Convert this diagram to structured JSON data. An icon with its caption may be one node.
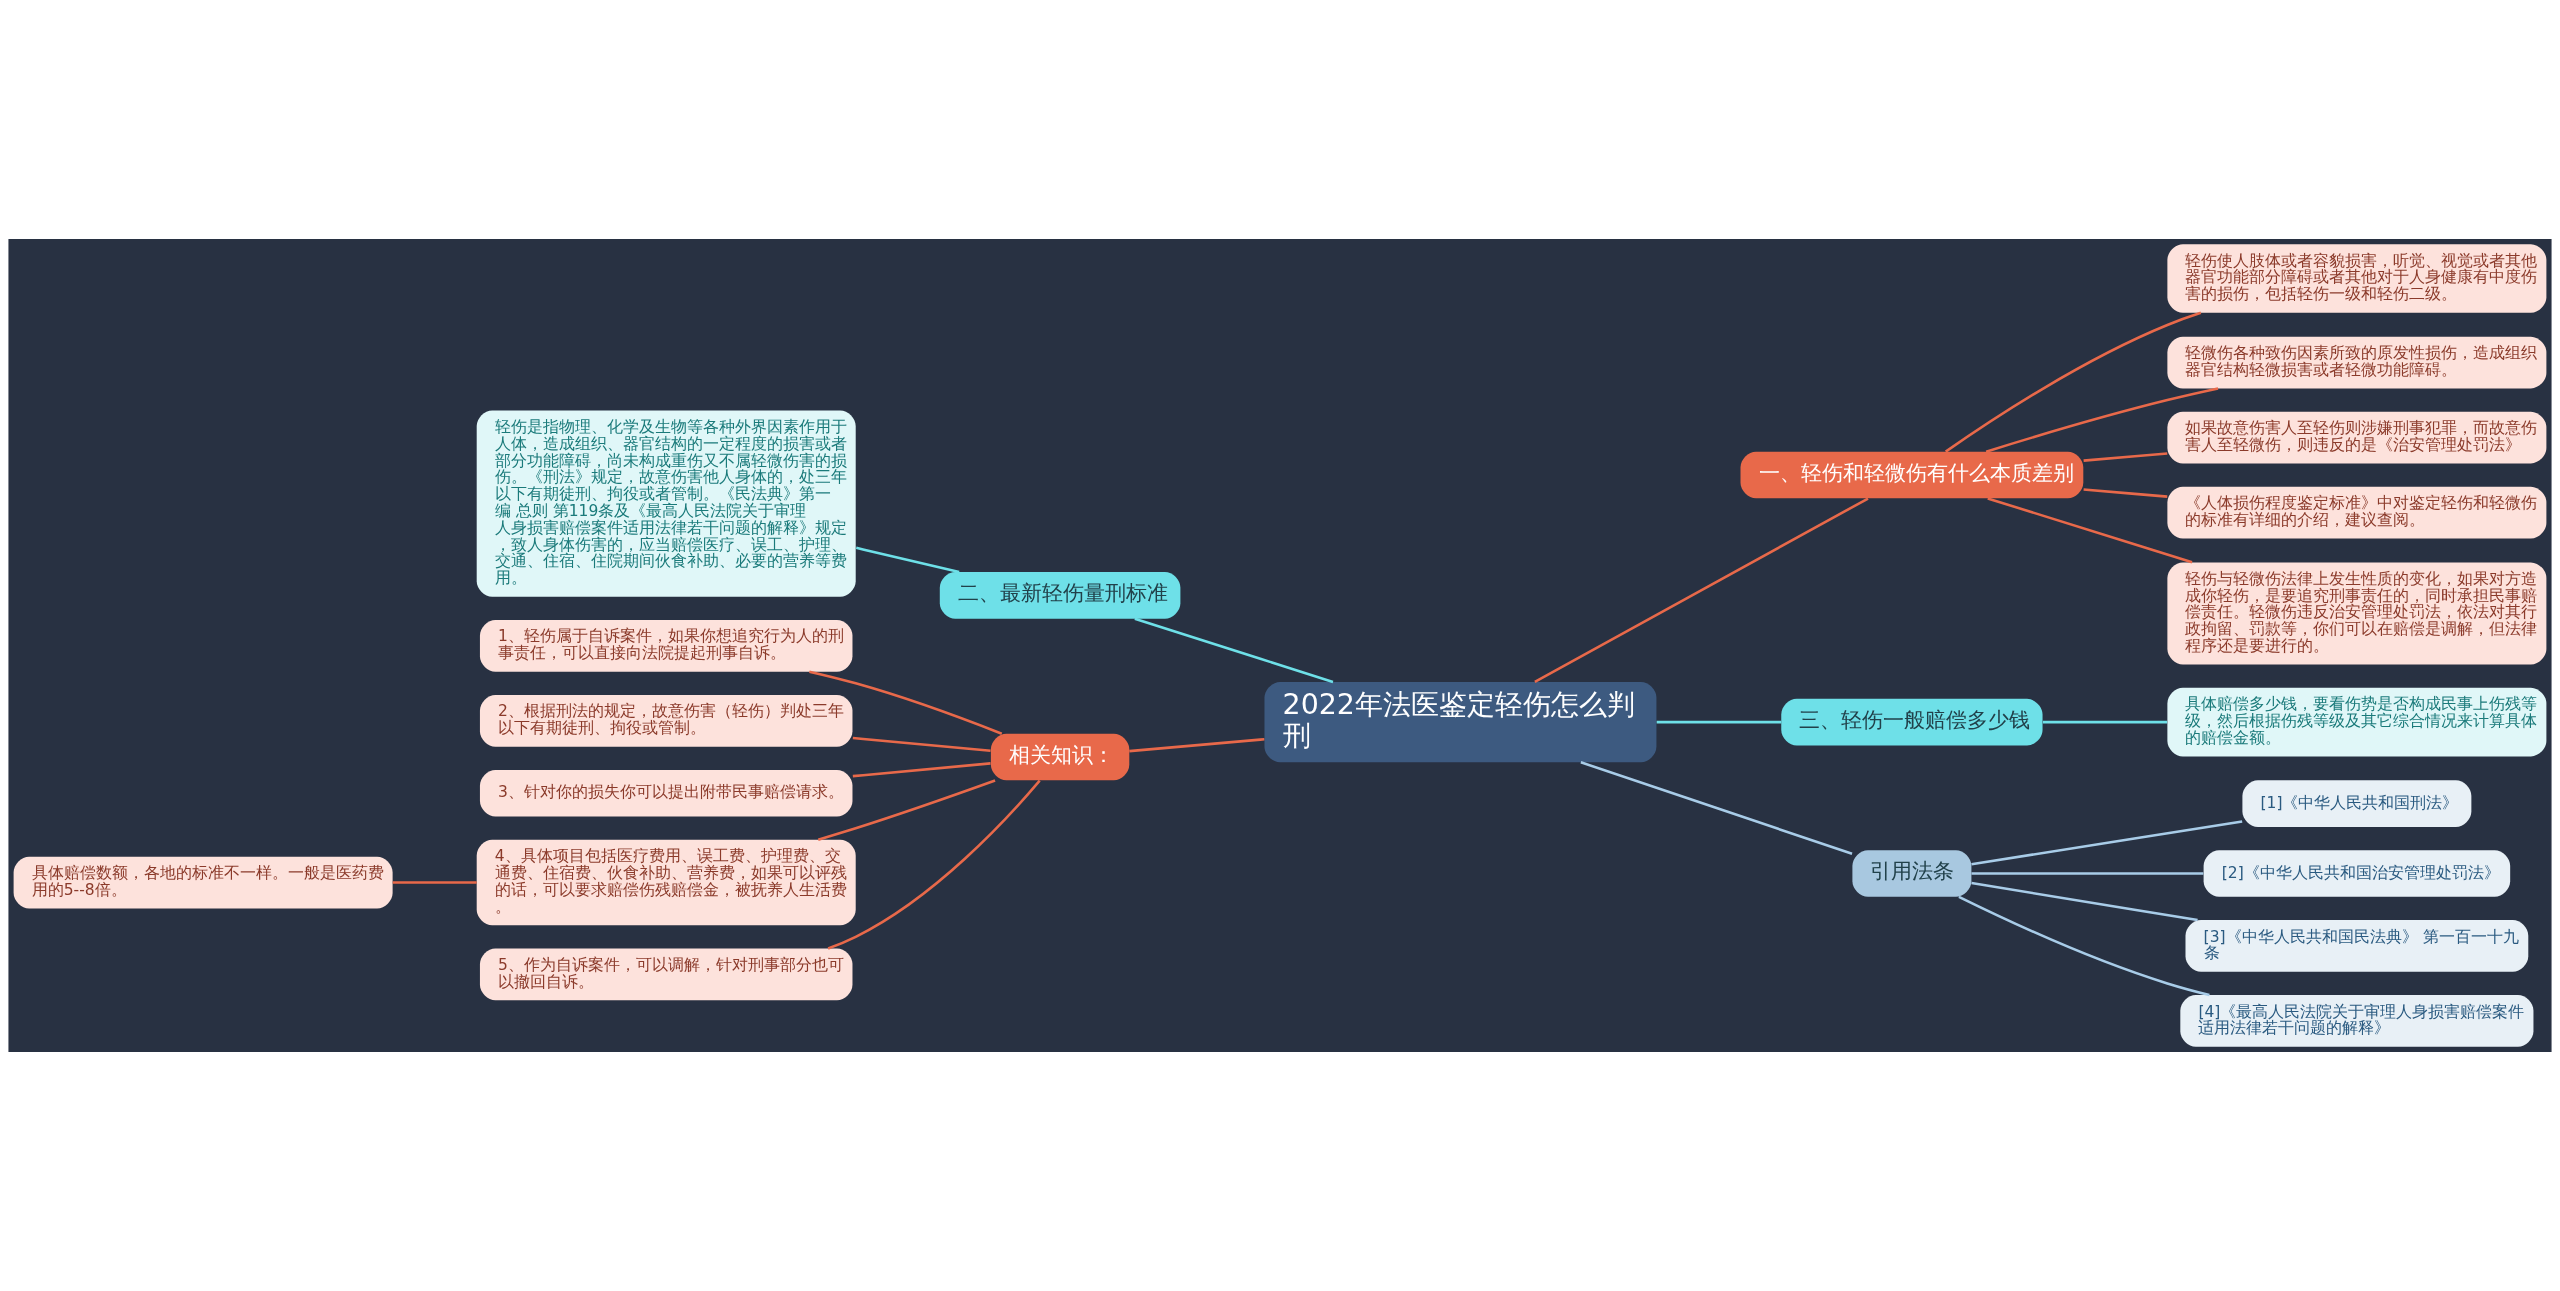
{
  "diagram": {
    "nodes": [
      {
        "text": [
          "2022年法医鉴定轻伤怎么判刑"
        ]
      },
      {
        "text": [
          "一、轻伤和轻微伤有什么本质差别"
        ]
      },
      {
        "text": [
          "轻伤使人肢体或者容貌损害，听觉、视觉或者其他器官功能部分障碍或者其他对于人身健康有中度伤害的损伤，包括轻伤一级和轻伤二级。"
        ]
      },
      {
        "text": [
          "轻微伤各种致伤因素所致的原发性损伤，造成组织器官结构轻微损害或者轻微功能障碍。"
        ]
      },
      {
        "text": [
          "如果故意伤害人至轻伤则涉嫌刑事犯罪，而故意伤害人至轻微伤，则违反的是《治安管理处罚法》"
        ]
      },
      {
        "text": [
          "《人体损伤程度鉴定标准》中对鉴定轻伤和轻微伤的标准有详细的介绍，建议查阅。"
        ]
      },
      {
        "text": [
          "轻伤与轻微伤法律上发生性质的变化，如果对方造成你轻伤，是要追究刑事责任的，同时承担民事赔偿责任。轻微伤违反治安管理处罚法，依法对其行政拘留、罚款等，你们可以在赔偿是调解，但法律程序还是要进行的。"
        ]
      },
      {
        "text": [
          "二、最新轻伤量刑标准"
        ]
      },
      {
        "text": [
          "轻伤是指物理、化学及生物等各种外界因素作用于人体，造成组织、器官结构的一定程度的损害或者部分功能障碍，尚未构成重伤又不属轻微伤害的损伤。《刑法》规定，故意伤害他人身体的，处三年以下有期徒刑、拘役或者管制。《民法典》第一编 总则 第119条及《最高人民法院关于审理人身损害赔偿案件适用法律若干问题的解释》规定，致人身体伤害的，应当赔偿医疗、误工、护理、交通、住宿、住院期间伙食补助、必要的营养等费用。"
        ]
      },
      {
        "text": [
          "三、轻伤一般赔偿多少钱"
        ]
      },
      {
        "text": [
          "具体赔偿多少钱，要看伤势是否构成民事上伤残等级，然后根据伤残等级及其它综合情况来计算具体的赔偿金额。"
        ]
      },
      {
        "text": [
          "引用法条"
        ]
      },
      {
        "text": [
          "[1]《中华人民共和国刑法》"
        ]
      },
      {
        "text": [
          "[2]《中华人民共和国治安管理处罚法》"
        ]
      },
      {
        "text": [
          "[3]《中华人民共和国民法典》 第一百一十九条"
        ]
      },
      {
        "text": [
          "[4]《最高人民法院关于审理人身损害赔偿案件适用法律若干问题的解释》"
        ]
      },
      {
        "text": [
          "相关知识："
        ]
      },
      {
        "text": [
          "1、轻伤属于自诉案件，如果你想追究行为人的刑事责任，可以直接向法院提起刑事自诉。"
        ]
      },
      {
        "text": [
          "2、根据刑法的规定，故意伤害（轻伤）判处三年以下有期徒刑、拘役或管制。"
        ]
      },
      {
        "text": [
          "3、针对你的损失你可以提出附带民事赔偿请求。"
        ]
      },
      {
        "text": [
          "4、具体项目包括医疗费用、误工费、护理费、交通费、住宿费、伙食补助、营养费，如果可以评残的话，可以要求赔偿伤残赔偿金，被抚养人生活费。"
        ]
      },
      {
        "text": [
          "5、作为自诉案件，可以调解，针对刑事部分也可以撤回自诉。"
        ]
      },
      {
        "text": [
          "具体赔偿数额，各地的标准不一样。一般是医药费用的5--8倍。"
        ]
      }
    ],
    "edges": [
      {
        "from": 0,
        "to": 1,
        "arrow": "none",
        "color": "#e8694a"
      },
      {
        "from": 1,
        "to": 2,
        "arrow": "none",
        "color": "#e8694a"
      },
      {
        "from": 1,
        "to": 3,
        "arrow": "none",
        "color": "#e8694a"
      },
      {
        "from": 1,
        "to": 4,
        "arrow": "none",
        "color": "#e8694a"
      },
      {
        "from": 1,
        "to": 5,
        "arrow": "none",
        "color": "#e8694a"
      },
      {
        "from": 1,
        "to": 6,
        "arrow": "none",
        "color": "#e8694a"
      },
      {
        "from": 0,
        "to": 7,
        "arrow": "none",
        "color": "#6ee0e8"
      },
      {
        "from": 7,
        "to": 8,
        "arrow": "none",
        "color": "#6ee0e8"
      },
      {
        "from": 0,
        "to": 9,
        "arrow": "none",
        "color": "#6ee0e8"
      },
      {
        "from": 9,
        "to": 10,
        "arrow": "none",
        "color": "#6ee0e8"
      },
      {
        "from": 0,
        "to": 11,
        "arrow": "none",
        "color": "#a8cce8"
      },
      {
        "from": 11,
        "to": 12,
        "arrow": "none",
        "color": "#a8cce8"
      },
      {
        "from": 11,
        "to": 13,
        "arrow": "none",
        "color": "#a8cce8"
      },
      {
        "from": 11,
        "to": 14,
        "arrow": "none",
        "color": "#a8cce8"
      },
      {
        "from": 11,
        "to": 15,
        "arrow": "none",
        "color": "#a8cce8"
      },
      {
        "from": 0,
        "to": 16,
        "arrow": "none",
        "color": "#e8694a"
      },
      {
        "from": 16,
        "to": 17,
        "arrow": "none",
        "color": "#e8694a"
      },
      {
        "from": 16,
        "to": 18,
        "arrow": "none",
        "color": "#e8694a"
      },
      {
        "from": 16,
        "to": 19,
        "arrow": "none",
        "color": "#e8694a"
      },
      {
        "from": 16,
        "to": 20,
        "arrow": "none",
        "color": "#e8694a"
      },
      {
        "from": 16,
        "to": 21,
        "arrow": "none",
        "color": "#e8694a"
      },
      {
        "from": 20,
        "to": 22,
        "arrow": "none",
        "color": "#e8694a"
      }
    ]
  }
}
